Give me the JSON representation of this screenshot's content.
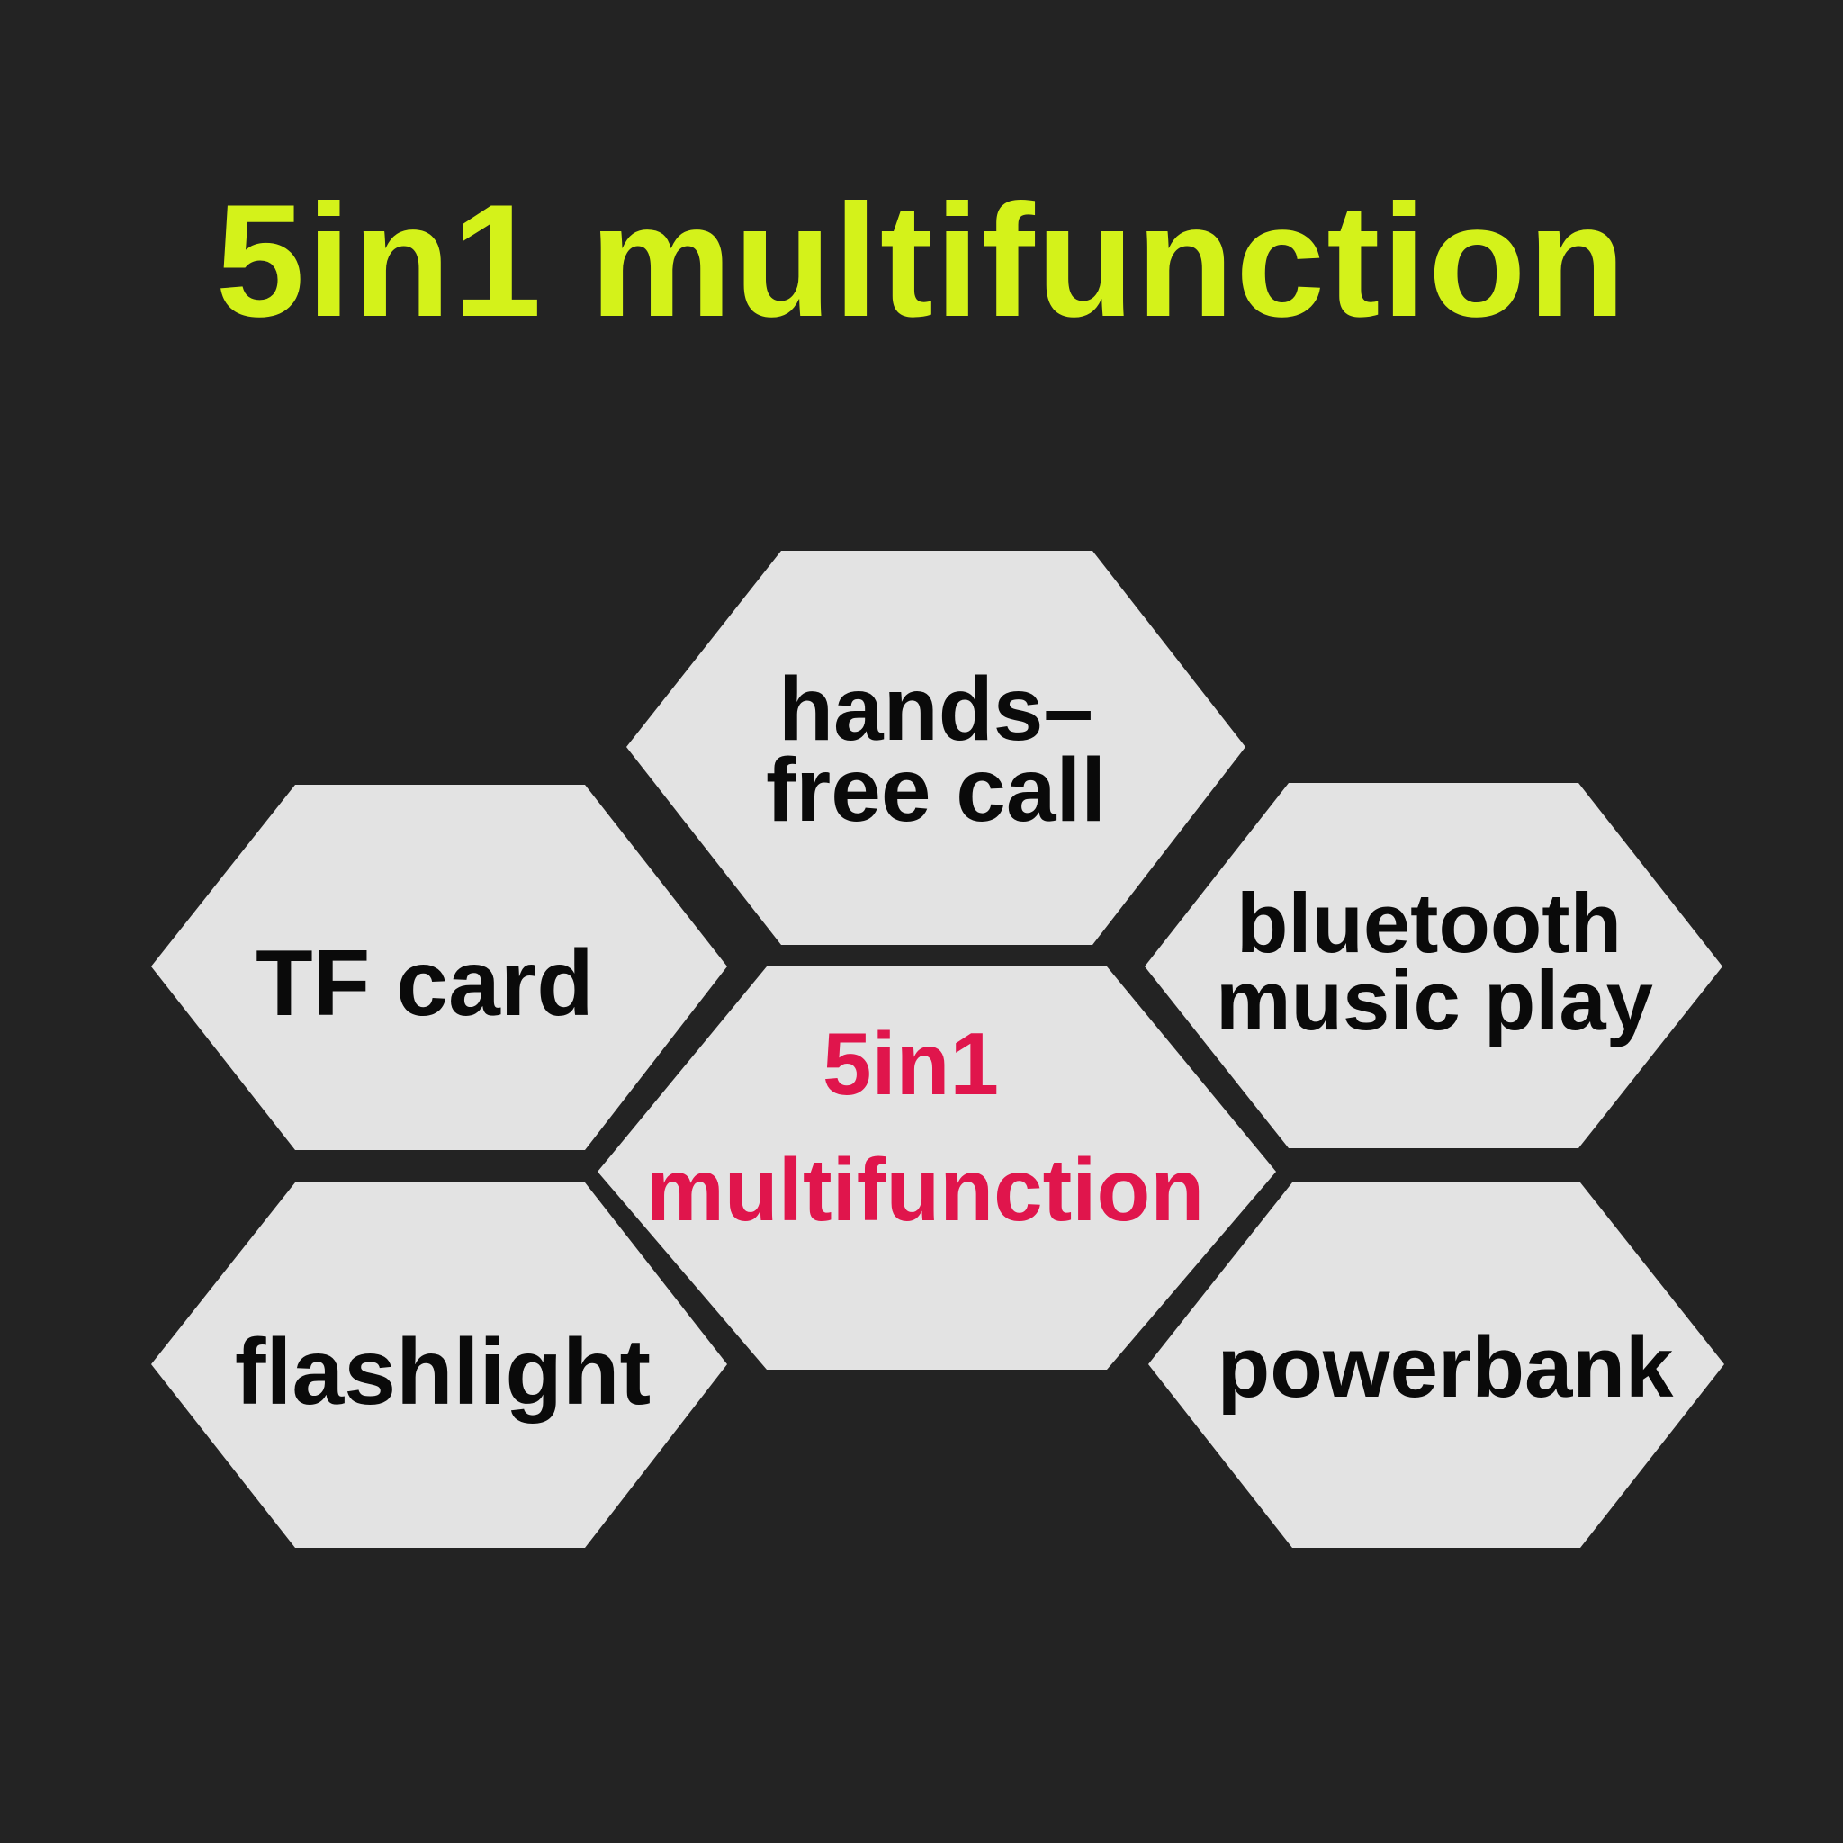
{
  "colors": {
    "background": "#232323",
    "headline": "#D4F21A",
    "hex_fill": "#E3E3E3",
    "feature_text": "#0A0A0A",
    "center_text": "#E0154C"
  },
  "headline": "5in1 multifunction",
  "center": {
    "line1": "5in1",
    "line2": "multifunction"
  },
  "features": {
    "handsfree": {
      "line1": "hands–",
      "line2": "free call"
    },
    "tf_card": {
      "label": "TF card"
    },
    "bluetooth": {
      "line1": "bluetooth",
      "line2": "music play"
    },
    "flashlight": {
      "label": "flashlight"
    },
    "powerbank": {
      "label": "powerbank"
    }
  }
}
